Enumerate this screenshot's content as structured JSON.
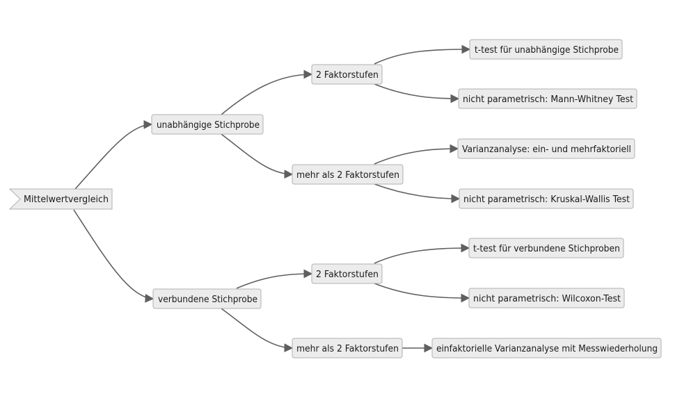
{
  "diagram": {
    "root": "Mittelwertvergleich",
    "upper": {
      "label": "unabhängige Stichprobe",
      "two": {
        "label": "2 Faktorstufen",
        "leaf1": "t-test für unabhängige Stichprobe",
        "leaf2": "nicht parametrisch: Mann-Whitney Test"
      },
      "more": {
        "label": "mehr als 2 Faktorstufen",
        "leaf1": "Varianzanalyse: ein- und mehrfaktoriell",
        "leaf2": "nicht parametrisch: Kruskal-Wallis Test"
      }
    },
    "lower": {
      "label": "verbundene Stichprobe",
      "two": {
        "label": "2 Faktorstufen",
        "leaf1": "t-test für verbundene Stichproben",
        "leaf2": "nicht parametrisch: Wilcoxon-Test"
      },
      "more": {
        "label": "mehr als 2 Faktorstufen",
        "leaf1": "einfaktorielle Varianzanalyse mit Messwiederholung"
      }
    }
  },
  "colors": {
    "node_fill": "#ececec",
    "node_border": "#b0b0b0",
    "edge": "#5f5f5f",
    "text": "#1a1a1a"
  }
}
